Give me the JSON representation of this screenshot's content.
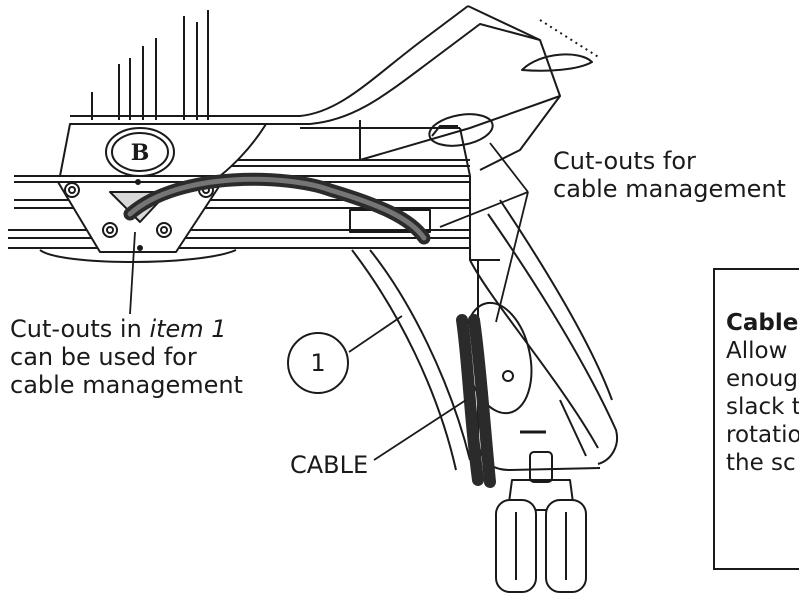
{
  "labels": {
    "cutouts_cable_line1": "Cut-outs for",
    "cutouts_cable_line2": "cable management",
    "cutouts_item1_prefix": "Cut-outs in ",
    "cutouts_item1_italic": "item 1",
    "cutouts_item1_line2": "can be used for",
    "cutouts_item1_line3": "cable management",
    "cable": "CABLE",
    "callout_number": "1"
  },
  "logo": {
    "letter": "B"
  },
  "note": {
    "title": "Cable",
    "lines": [
      "Allow",
      "enoug",
      "slack t",
      "rotatio",
      "the sc"
    ]
  },
  "colors": {
    "ink": "#1a1a1a",
    "cable": "#2b2b2b",
    "background": "#ffffff"
  }
}
